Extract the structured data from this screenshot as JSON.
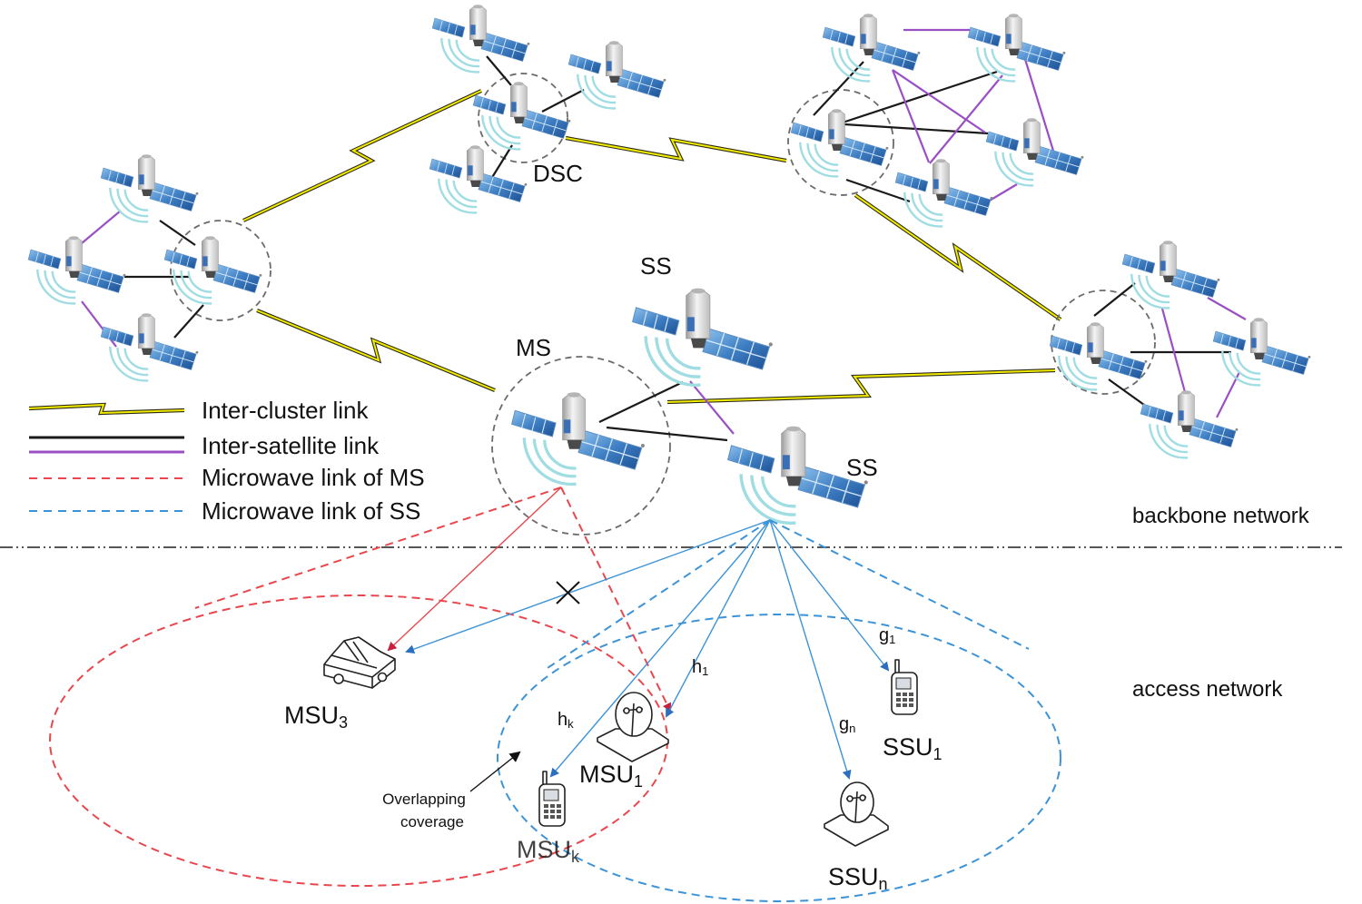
{
  "colors": {
    "inter_cluster": "#f2ea00",
    "inter_satellite_black": "#1a1a1a",
    "inter_satellite_purple": "#9a4fc4",
    "ms_microwave": "#e9474d",
    "ss_microwave": "#3c93d8",
    "cluster_boundary": "#6b6b6b"
  },
  "legend": {
    "inter_cluster": "Inter-cluster link",
    "inter_satellite": "Inter-satellite link",
    "microwave_ms": "Microwave link of MS",
    "microwave_ss": "Microwave link of SS"
  },
  "nodes": {
    "dsc": "DSC",
    "ms": "MS",
    "ss_upper": "SS",
    "ss_lower": "SS"
  },
  "regions": {
    "backbone": "backbone network",
    "access": "access network"
  },
  "users": {
    "msu3": {
      "base": "MSU",
      "sub": "3",
      "icon": "car-icon"
    },
    "msu1": {
      "base": "MSU",
      "sub": "1",
      "icon": "satellite-dish-terminal-icon"
    },
    "msuk": {
      "base": "MSU",
      "sub": "k",
      "icon": "mobile-phone-icon"
    },
    "ssu1": {
      "base": "SSU",
      "sub": "1",
      "icon": "mobile-phone-icon"
    },
    "ssun": {
      "base": "SSU",
      "sub": "n",
      "icon": "satellite-dish-terminal-icon"
    }
  },
  "channels": {
    "hk": {
      "base": "h",
      "sub": "k"
    },
    "h1": {
      "base": "h",
      "sub": "1"
    },
    "g1": {
      "base": "g",
      "sub": "1"
    },
    "gn": {
      "base": "g",
      "sub": "n"
    }
  },
  "annotation": {
    "overlap_line1": "Overlapping",
    "overlap_line2": "coverage",
    "blocked_mark": "×"
  }
}
